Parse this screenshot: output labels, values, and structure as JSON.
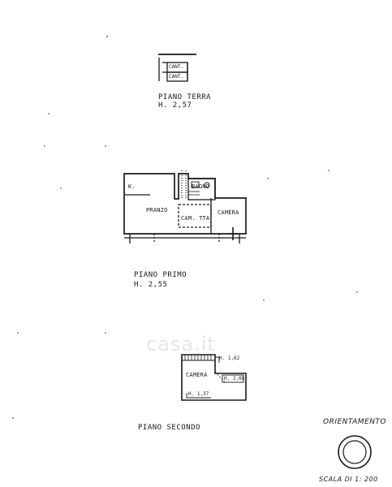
{
  "floors": {
    "ground": {
      "title": "PIANO  TERRA",
      "height": "H. 2,57",
      "rooms": [
        "CANT.",
        "CANT."
      ]
    },
    "first": {
      "title": "PIANO  PRIMO",
      "height": "H. 2,55",
      "rooms": {
        "kitchen": "K.",
        "dining": "PRANZO",
        "bathroom": "BAGNO",
        "bedroom": "CAMERA",
        "twin_room": "CAM. TTA"
      }
    },
    "second": {
      "title": "PIANO   SECONDO",
      "room": "CAMERA",
      "heights": [
        "H. 1,62",
        "H. 2,08",
        "H. 1,37"
      ]
    }
  },
  "orientation": {
    "label": "ORIENTAMENTO"
  },
  "scale": {
    "label": "SCALA DI 1: 200"
  },
  "watermark": "casa.it"
}
